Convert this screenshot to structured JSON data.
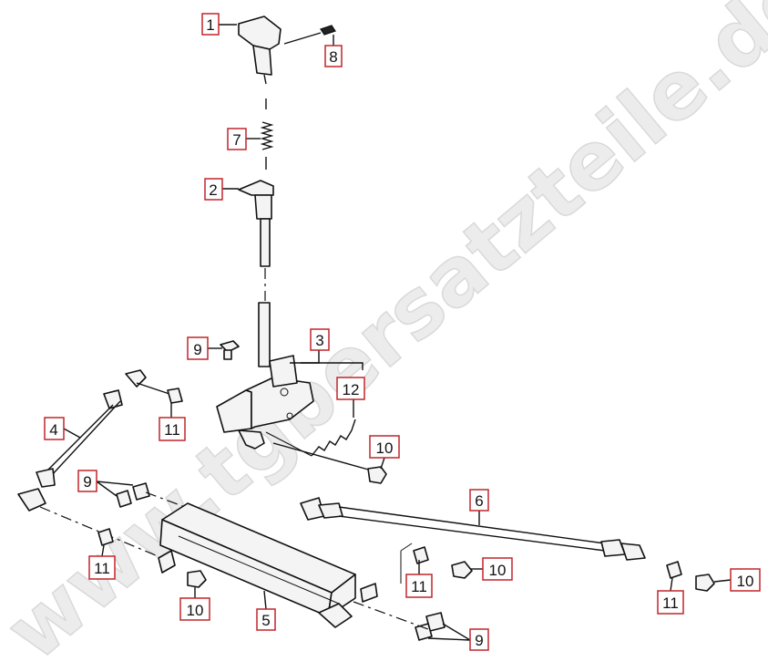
{
  "watermark": "www.tgbersatzteile.de",
  "callouts": [
    {
      "id": "c1",
      "label": "1"
    },
    {
      "id": "c8",
      "label": "8"
    },
    {
      "id": "c7",
      "label": "7"
    },
    {
      "id": "c2",
      "label": "2"
    },
    {
      "id": "c9a",
      "label": "9"
    },
    {
      "id": "c3",
      "label": "3"
    },
    {
      "id": "c12",
      "label": "12"
    },
    {
      "id": "c11a",
      "label": "11"
    },
    {
      "id": "c4",
      "label": "4"
    },
    {
      "id": "c10a",
      "label": "10"
    },
    {
      "id": "c9b",
      "label": "9"
    },
    {
      "id": "c6",
      "label": "6"
    },
    {
      "id": "c11b",
      "label": "11"
    },
    {
      "id": "c10b",
      "label": "10"
    },
    {
      "id": "c11c",
      "label": "11"
    },
    {
      "id": "c10c",
      "label": "10"
    },
    {
      "id": "c11d",
      "label": "11"
    },
    {
      "id": "c10d",
      "label": "10"
    },
    {
      "id": "c5",
      "label": "5"
    },
    {
      "id": "c9c",
      "label": "9"
    }
  ],
  "colors": {
    "callout_border": "#c0262b",
    "ink": "#111111",
    "watermark": "#e6e6e6"
  }
}
